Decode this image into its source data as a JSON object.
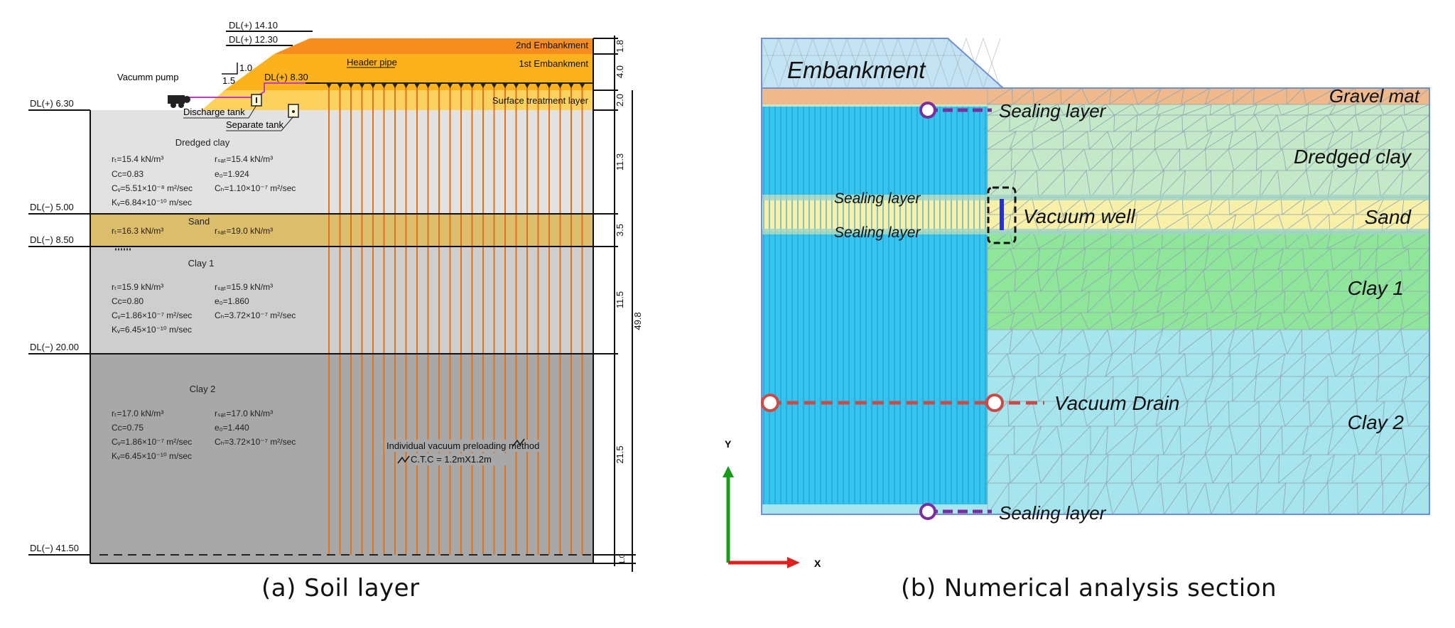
{
  "panel_a": {
    "caption": "(a) Soil layer",
    "levels": {
      "dl_14_10": "DL(+) 14.10",
      "dl_12_30": "DL(+) 12.30",
      "dl_8_30": "DL(+) 8.30",
      "dl_6_30": "DL(+) 6.30",
      "dl_m5_00": "DL(−) 5.00",
      "dl_m8_50": "DL(−) 8.50",
      "dl_m20_00": "DL(−) 20.00",
      "dl_m41_50": "DL(−) 41.50"
    },
    "labels": {
      "embankment2": "2nd Embankment",
      "embankment1": "1st Embankment",
      "surface_layer": "Surface treatment layer",
      "header_pipe": "Header pipe",
      "vacuum_pump": "Vacumm pump",
      "discharge_tank": "Discharge tank",
      "separate_tank": "Separate tank",
      "slope_v": "1.0",
      "slope_h": "1.5",
      "method": "Individual vacuum preloading method",
      "ctc": "C.T.C = 1.2mX1.2m"
    },
    "layers": {
      "dredged": {
        "name": "Dredged clay",
        "l1": "rₜ=15.4 kN/m³",
        "r1": "rₛₐₜ=15.4 kN/m³",
        "l2": "Cᴄ=0.83",
        "r2": "e₀=1.924",
        "l3": "Cᵥ=5.51×10⁻⁸ m²/sec",
        "r3": "Cₕ=1.10×10⁻⁷ m²/sec",
        "l4": "Kᵥ=6.84×10⁻¹⁰ m/sec"
      },
      "sand": {
        "name": "Sand",
        "l1": "rₜ=16.3 kN/m³",
        "r1": "rₛₐₜ=19.0 kN/m³"
      },
      "clay1": {
        "name": "Clay 1",
        "l1": "rₜ=15.9 kN/m³",
        "r1": "rₛₐₜ=15.9 kN/m³",
        "l2": "Cᴄ=0.80",
        "r2": "e₀=1.860",
        "l3": "Cᵥ=1.86×10⁻⁷ m²/sec",
        "r3": "Cₕ=3.72×10⁻⁷ m²/sec",
        "l4": "Kᵥ=6.45×10⁻¹⁰ m/sec"
      },
      "clay2": {
        "name": "Clay 2",
        "l1": "rₜ=17.0 kN/m³",
        "r1": "rₛₐₜ=17.0 kN/m³",
        "l2": "Cᴄ=0.75",
        "r2": "e₀=1.440",
        "l3": "Cᵥ=1.86×10⁻⁷ m²/sec",
        "r3": "Cₕ=3.72×10⁻⁷ m²/sec",
        "l4": "Kᵥ=6.45×10⁻¹⁰ m/sec"
      }
    },
    "thickness": {
      "t1": "1.8",
      "t2": "4.0",
      "t3": "2.0",
      "t4": "11.3",
      "t5": "3.5",
      "t6": "11.5",
      "t7": "21.5",
      "t8": "1.0",
      "total": "49.8"
    },
    "colors": {
      "embankment2": "#f78d1e",
      "embankment1": "#fbb21c",
      "surface_layer": "#fcd15d",
      "dredged": "#e2e2e2",
      "sand": "#dcbd6c",
      "clay1": "#cecece",
      "clay2": "#a8a8a8",
      "drain": "#e0731c"
    }
  },
  "panel_b": {
    "caption": "(b) Numerical analysis section",
    "labels": {
      "embankment": "Embankment",
      "gravel_mat": "Gravel mat",
      "dredged_clay": "Dredged clay",
      "sand": "Sand",
      "clay1": "Clay 1",
      "clay2": "Clay 2",
      "sealing_top": "Sealing layer",
      "sealing_upper": "Sealing layer",
      "sealing_lower": "Sealing layer",
      "sealing_bottom": "Sealing layer",
      "vacuum_well": "Vacuum well",
      "vacuum_drain": "Vacuum Drain",
      "axis_y": "Y",
      "axis_x": "X"
    },
    "colors": {
      "embankment": "#c4e3f2",
      "gravel_mat": "#f0b98c",
      "dredged": "#c5e8c8",
      "sand": "#f8f0a8",
      "clay1": "#8fe69b",
      "clay2": "#a6e4ee",
      "drain_zone": "#36c4ee",
      "mesh": "#8fa5b0",
      "seal_marker": "#7b2f9e",
      "drain_marker": "#cc4a45",
      "well": "#2230e0"
    }
  }
}
